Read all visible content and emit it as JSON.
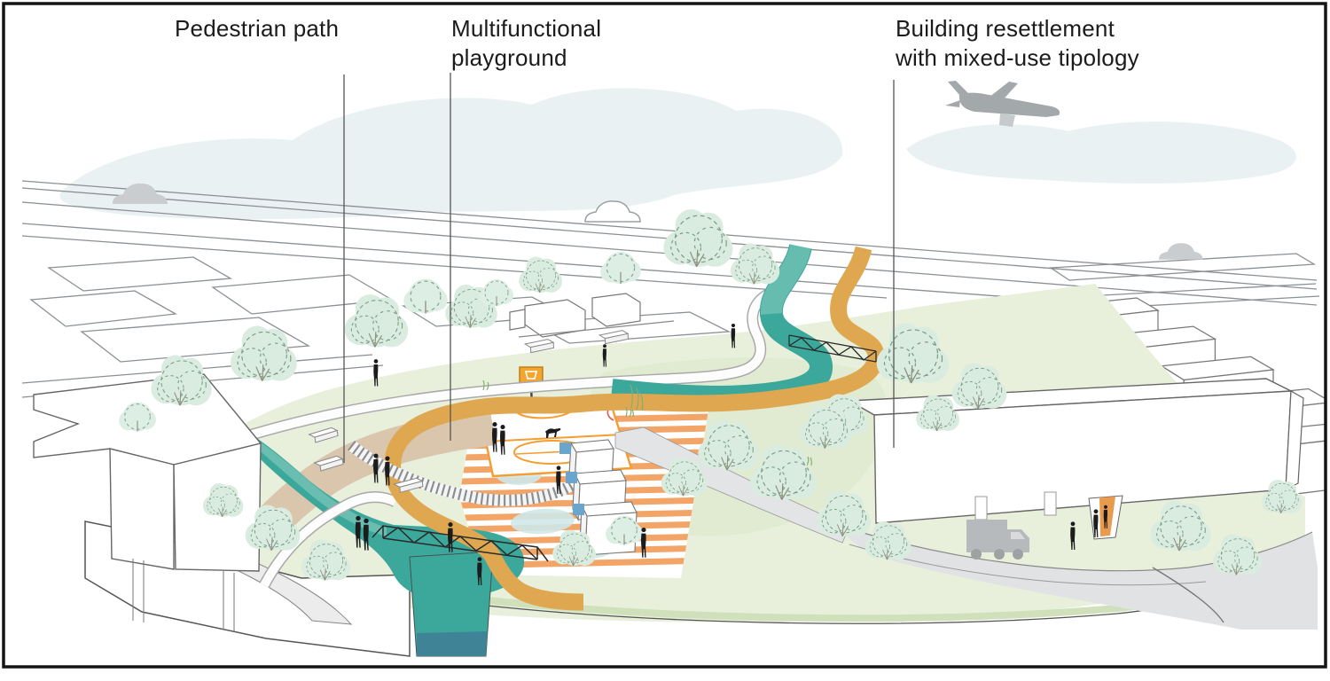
{
  "annotations": [
    {
      "id": "pedestrian-path",
      "label": "Pedestrian path"
    },
    {
      "id": "multifunctional-playground",
      "label": "Multifunctional\nplayground"
    },
    {
      "id": "building-resettlement",
      "label": "Building resettlement\nwith mixed-use tipology"
    }
  ],
  "scene": {
    "type": "axonometric-urban-design-illustration",
    "elements": {
      "canal": "teal canal with waterfall section cut",
      "pedestrian_path": "tan curved path with benches",
      "loop_path": "orange looping path along canal",
      "playground": "orange striped ground, basketball court, play cubes",
      "bridges": "two black truss footbridges",
      "building": "white mixed-use slab with orange entrance",
      "vehicles": "cars, delivery truck, airplane",
      "people": "black walking silhouettes",
      "dog": "dog silhouette",
      "trees": "mint sketch trees"
    }
  },
  "colors": {
    "canal_teal": "#3BA89B",
    "canal_light": "#8FD0C3",
    "canal_deep": "#3F8496",
    "path_orange": "#DFA850",
    "stripe_orange": "#F3A467",
    "court_line": "#F49D30",
    "path_tan": "#D9C6AD",
    "lawn_green": "#E8F0DC",
    "tree_mint": "#D9ECDF",
    "cloud_blue": "#E9F1F3",
    "accent_blue": "#69A5CC",
    "silhouette": "#1C1C1C",
    "vehicle_gray": "#B7BABC",
    "line_gray": "#8B9094",
    "frame_black": "#141414"
  }
}
